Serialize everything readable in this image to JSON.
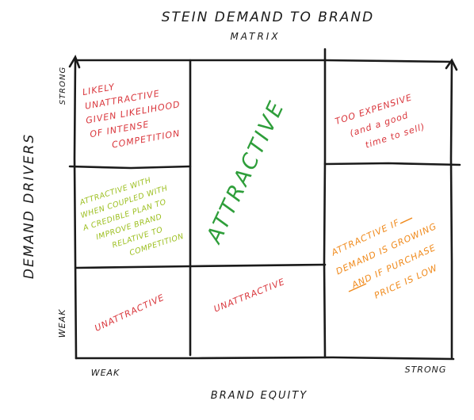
{
  "title": {
    "line1": "STEIN DEMAND TO BRAND",
    "line2": "MATRIX"
  },
  "y_axis": {
    "label": "DEMAND DRIVERS",
    "strong": "STRONG",
    "weak": "WEAK"
  },
  "x_axis": {
    "label": "BRAND EQUITY",
    "weak": "WEAK",
    "strong": "STRONG"
  },
  "cells": {
    "top_left": [
      "LIKELY",
      "UNATTRACTIVE",
      "GIVEN LIKELIHOOD",
      "OF INTENSE",
      "COMPETITION"
    ],
    "middle_left": [
      "ATTRACTIVE WITH",
      "WHEN COUPLED WITH",
      "A CREDIBLE PLAN TO",
      "IMPROVE BRAND",
      "RELATIVE TO",
      "COMPETITION"
    ],
    "center": "ATTRACTIVE",
    "top_right": [
      "TOO EXPENSIVE",
      "(and a good",
      "time to sell)"
    ],
    "bottom_left": "UNATTRACTIVE",
    "bottom_middle": "UNATTRACTIVE",
    "bottom_right": [
      "ATTRACTIVE IF",
      "DEMAND IS GROWING",
      "AND IF PURCHASE",
      "PRICE IS LOW"
    ]
  },
  "colors": {
    "ink": "#1a1a1a",
    "red": "#d9343a",
    "green": "#2e9e3a",
    "yellow_green": "#9cbf1f",
    "orange": "#f08a1c"
  }
}
